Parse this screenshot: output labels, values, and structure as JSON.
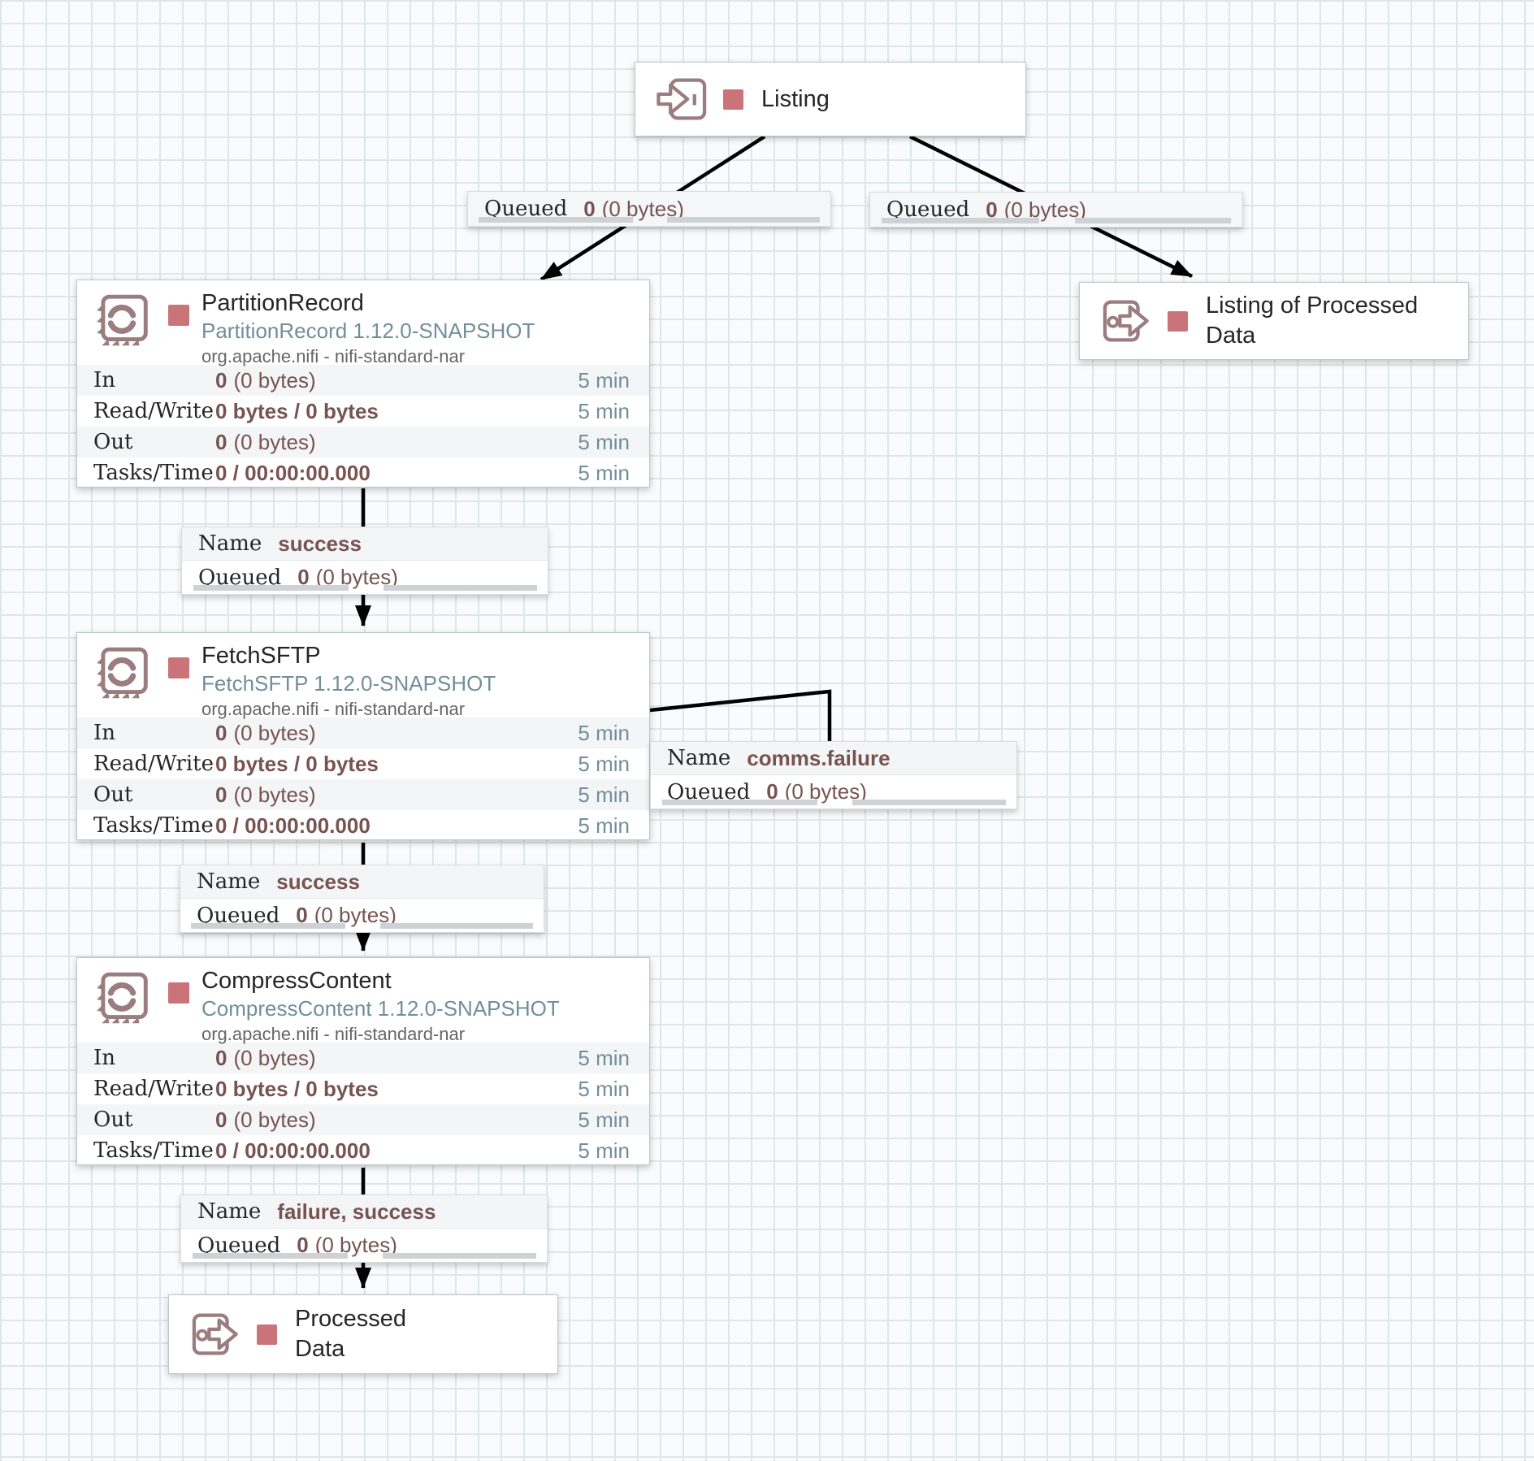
{
  "app": "NiFi flow canvas",
  "colors": {
    "canvas_bg": "#fafbfc",
    "grid_line": "#dfe6e9",
    "icon_rose": "#9b7d80",
    "stopped_square": "#ca7379",
    "stat_value_maroon": "#775351",
    "timeframe_blue": "#728e9b",
    "connection_line": "#000000"
  },
  "ports": {
    "listing": {
      "name": "Listing",
      "state": "stopped"
    },
    "listing_of_processed_data": {
      "name": "Listing of Processed Data",
      "state": "stopped"
    },
    "processed_data": {
      "name": "Processed Data",
      "state": "stopped"
    }
  },
  "processors": [
    {
      "name": "PartitionRecord",
      "type": "PartitionRecord 1.12.0-SNAPSHOT",
      "bundle": "org.apache.nifi - nifi-standard-nar",
      "state": "stopped",
      "stats": [
        {
          "label": "In",
          "bold": "0",
          "rest": "(0 bytes)",
          "time": "5 min"
        },
        {
          "label": "Read/Write",
          "bold": "0 bytes / 0 bytes",
          "rest": "",
          "time": "5 min"
        },
        {
          "label": "Out",
          "bold": "0",
          "rest": "(0 bytes)",
          "time": "5 min"
        },
        {
          "label": "Tasks/Time",
          "bold": "0 / 00:00:00.000",
          "rest": "",
          "time": "5 min"
        }
      ]
    },
    {
      "name": "FetchSFTP",
      "type": "FetchSFTP 1.12.0-SNAPSHOT",
      "bundle": "org.apache.nifi - nifi-standard-nar",
      "state": "stopped",
      "stats": [
        {
          "label": "In",
          "bold": "0",
          "rest": "(0 bytes)",
          "time": "5 min"
        },
        {
          "label": "Read/Write",
          "bold": "0 bytes / 0 bytes",
          "rest": "",
          "time": "5 min"
        },
        {
          "label": "Out",
          "bold": "0",
          "rest": "(0 bytes)",
          "time": "5 min"
        },
        {
          "label": "Tasks/Time",
          "bold": "0 / 00:00:00.000",
          "rest": "",
          "time": "5 min"
        }
      ]
    },
    {
      "name": "CompressContent",
      "type": "CompressContent 1.12.0-SNAPSHOT",
      "bundle": "org.apache.nifi - nifi-standard-nar",
      "state": "stopped",
      "stats": [
        {
          "label": "In",
          "bold": "0",
          "rest": "(0 bytes)",
          "time": "5 min"
        },
        {
          "label": "Read/Write",
          "bold": "0 bytes / 0 bytes",
          "rest": "",
          "time": "5 min"
        },
        {
          "label": "Out",
          "bold": "0",
          "rest": "(0 bytes)",
          "time": "5 min"
        },
        {
          "label": "Tasks/Time",
          "bold": "0 / 00:00:00.000",
          "rest": "",
          "time": "5 min"
        }
      ]
    }
  ],
  "connections": {
    "listing_to_partitionrecord": {
      "queued_label": "Queued",
      "queued_bold": "0",
      "queued_rest": "(0 bytes)"
    },
    "listing_to_listing_of_processed_data": {
      "queued_label": "Queued",
      "queued_bold": "0",
      "queued_rest": "(0 bytes)"
    },
    "partitionrecord_to_fetchsftp": {
      "name_label": "Name",
      "name_value": "success",
      "queued_label": "Queued",
      "queued_bold": "0",
      "queued_rest": "(0 bytes)"
    },
    "fetchsftp_selfloop": {
      "name_label": "Name",
      "name_value": "comms.failure",
      "queued_label": "Queued",
      "queued_bold": "0",
      "queued_rest": "(0 bytes)"
    },
    "fetchsftp_to_compresscontent": {
      "name_label": "Name",
      "name_value": "success",
      "queued_label": "Queued",
      "queued_bold": "0",
      "queued_rest": "(0 bytes)"
    },
    "compresscontent_to_processed_data": {
      "name_label": "Name",
      "name_value": "failure, success",
      "queued_label": "Queued",
      "queued_bold": "0",
      "queued_rest": "(0 bytes)"
    }
  }
}
